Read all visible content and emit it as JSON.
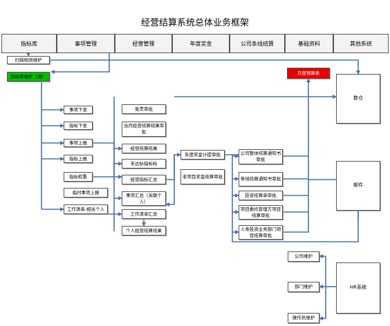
{
  "title": "经营结算系统总体业务框架",
  "tabs": [
    "指标库",
    "事项管理",
    "经营管理",
    "年度奖金",
    "公司条线结算",
    "基础资料",
    "其他系统"
  ],
  "boxes": {
    "scan_rule": "扫描规则维护",
    "indicator_maint": "指标库维护（源）",
    "issue_down": "事项下发",
    "indicator_down": "指标下发",
    "issue_report": "事项上报",
    "indicator_report": "指标上报",
    "indicator_weight": "指标权重",
    "temp_issue_report": "临时事项上报",
    "worklist_personal": "工作清单-相关个人",
    "exempt_review": "免责审批",
    "monthly_result_review": "当月经营结算结果审批",
    "settlement_result": "经营结算结果",
    "unmet_indicator": "未达标指标标",
    "indicator_summary": "经营指标汇总",
    "issue_summary": "事项汇总（关联个人）",
    "worklist_summary": "工作清单汇总",
    "personal_result": "个人经营结算结果",
    "annual_bonus_review": "年度奖金计提审批",
    "non_project_bonus_review": "非项目奖金结算审批",
    "company_notice_review": "公司整体结算通知书审批",
    "line_notice_review": "条线结算通知书审批",
    "invest_settle_review": "投资结算单审批",
    "project_transfer_review": "项目委托管理方项目结算审批",
    "life_invest_review": "人寿投资业务部门项目结算审批",
    "budget_excess": "月度预算表",
    "warehouse": "数仓",
    "mail": "邮件",
    "company_maint": "公司维护",
    "dept_maint": "部门维护",
    "operator_maint": "操作员维护",
    "hr_system": "HR系统"
  },
  "colors": {
    "line": "#4a72b0",
    "green": "#00c000",
    "red": "#e80000"
  }
}
